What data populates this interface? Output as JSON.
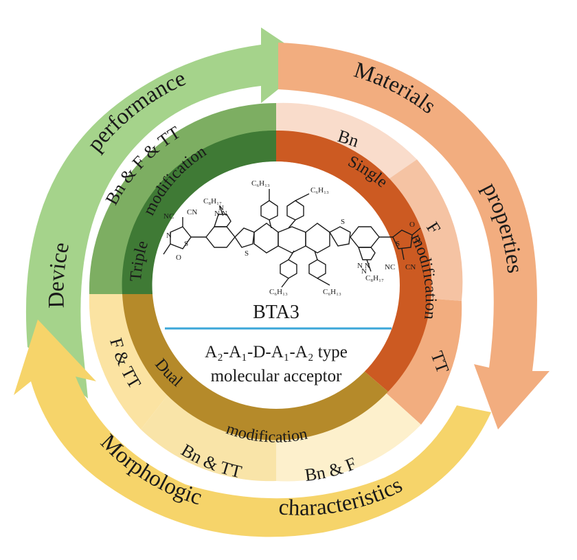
{
  "diagram": {
    "outer_ring": {
      "device_performance": [
        "Device",
        "performance"
      ],
      "materials_properties": [
        "Materials",
        "properties"
      ],
      "morphologic_characteristics": [
        "Morphologic",
        "characteristics"
      ]
    },
    "combination_ring": {
      "bn_f_tt": "Bn & F & TT",
      "bn": "Bn",
      "f": "F",
      "tt": "TT",
      "f_tt": "F & TT",
      "bn_tt": "Bn & TT",
      "bn_f": "Bn & F"
    },
    "modification_ring": {
      "triple": "Triple",
      "modification_triple": "modification",
      "single": "Single",
      "modification_single": "modification",
      "dual": "Dual",
      "modification_dual": "modification"
    },
    "center": {
      "molecule_name": "BTA3",
      "type_line_1": "A₂-A₁-D-A₁-A₂ type",
      "type_line_2": "molecular acceptor"
    },
    "structure_labels": {
      "nc1": "NC",
      "cn1": "CN",
      "nc2": "NC",
      "cn2": "CN",
      "s1": "S",
      "s2": "S",
      "s3": "S",
      "s4": "S",
      "o1": "O",
      "o2": "O",
      "n1": "N",
      "n2": "N",
      "triazole1": "N N",
      "triazole1b": "N",
      "triazole2": "N N",
      "triazole2b": "N",
      "c8_top": "C₈H₁₇",
      "c8_bottom": "C₈H₁₇",
      "c6_1": "C₆H₁₃",
      "c6_2": "C₆H₁₃",
      "c6_3": "C₆H₁₃",
      "c6_4": "C₆H₁₃"
    },
    "colors": {
      "green_outer": "#a5d38b",
      "green_mid": "#7dae62",
      "green_dark": "#3f7a35",
      "orange_outer": "#f2ad7f",
      "orange_light": "#f9dccb",
      "orange_mid": "#f5c3a3",
      "orange_dark": "#cc5a22",
      "yellow_outer": "#f6d46a",
      "yellow_light": "#fbe3a2",
      "yellow_pale": "#fdf0cc",
      "olive_dark": "#b58a2a",
      "divider_blue": "#3aa6d8"
    }
  }
}
